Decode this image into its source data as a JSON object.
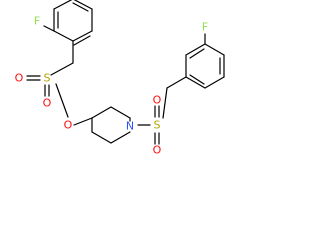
{
  "colors": {
    "bond": "#000000",
    "fluorine": "#90E050",
    "oxygen": "#FF0D0D",
    "nitrogen": "#3050F8",
    "sulfur": "#B3A400"
  },
  "atoms": {
    "F1": "F",
    "S1": "S",
    "O1a": "O",
    "O1b": "O",
    "Oester": "O",
    "N1": "N",
    "S2": "S",
    "O2a": "O",
    "O2b": "O",
    "F2": "F"
  }
}
